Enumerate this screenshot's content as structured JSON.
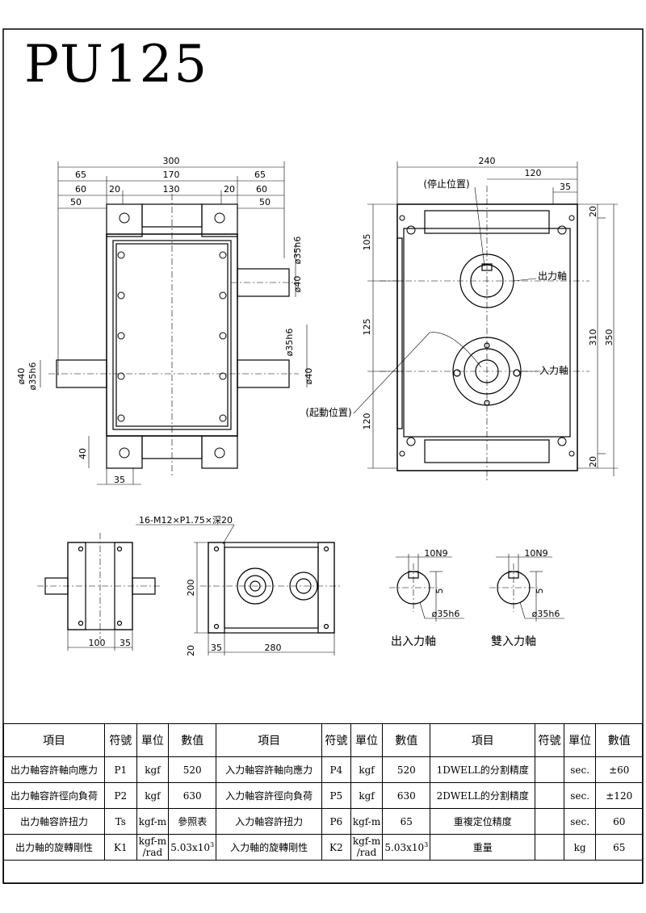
{
  "title": "PU125",
  "front_view": {
    "dims": {
      "overall": "300",
      "left65": "65",
      "mid170": "170",
      "right65": "65",
      "left60": "60",
      "left20": "20",
      "mid130": "130",
      "right20": "20",
      "right60": "60",
      "left50": "50",
      "right50": "50",
      "shaft_d1": "ø35h6",
      "shaft_d2": "ø40",
      "shaft_d3": "ø35h6",
      "shaft_d4": "ø40",
      "left_d40": "ø40",
      "left_d35": "ø35h6",
      "foot40": "40",
      "foot35": "35"
    }
  },
  "side_view": {
    "dims": {
      "overall": "240",
      "half": "120",
      "edge35": "35",
      "v105": "105",
      "v125": "125",
      "v120": "120",
      "v20_top": "20",
      "v20_bottom": "20",
      "v310": "310",
      "v350": "350"
    },
    "labels": {
      "stop": "(停止位置)",
      "start": "(起動位置)",
      "output": "出力軸",
      "input": "入力軸"
    }
  },
  "bottom_views": {
    "top_view_dims": {
      "d100": "100",
      "d35": "35"
    },
    "back_view_dims": {
      "tap": "16-M12×P1.75×深20",
      "h200": "200",
      "h20": "20",
      "w35": "35",
      "w280": "280"
    },
    "keyway1": {
      "key": "10N9",
      "depth": "5",
      "dia": "ø35h6",
      "caption": "出入力軸"
    },
    "keyway2": {
      "key": "10N9",
      "depth": "5",
      "dia": "ø35h6",
      "caption": "雙入力軸"
    }
  },
  "spec_table": {
    "headers": [
      "項目",
      "符號",
      "單位",
      "數值",
      "項目",
      "符號",
      "單位",
      "數值",
      "項目",
      "符號",
      "單位",
      "數值"
    ],
    "rows": [
      [
        "出力軸容許軸向應力",
        "P1",
        "kgf",
        "520",
        "入力軸容許軸向應力",
        "P4",
        "kgf",
        "520",
        "1DWELL的分割精度",
        "",
        "sec.",
        "±60"
      ],
      [
        "出力軸容許徑向負荷",
        "P2",
        "kgf",
        "630",
        "入力軸容許徑向負荷",
        "P5",
        "kgf",
        "630",
        "2DWELL的分割精度",
        "",
        "sec.",
        "±120"
      ],
      [
        "出力軸容許扭力",
        "Ts",
        "kgf-m",
        "參照表",
        "入力軸容許扭力",
        "P6",
        "kgf-m",
        "65",
        "重複定位精度",
        "",
        "sec.",
        "60"
      ],
      [
        "出力軸的旋轉剛性",
        "K1",
        "kgf-m\n/rad",
        "5.03x10",
        "入力軸的旋轉剛性",
        "K2",
        "kgf-m\n/rad",
        "5.03x10",
        "重量",
        "",
        "kg",
        "65"
      ]
    ],
    "exp_k1": "3",
    "exp_k2": "3"
  }
}
